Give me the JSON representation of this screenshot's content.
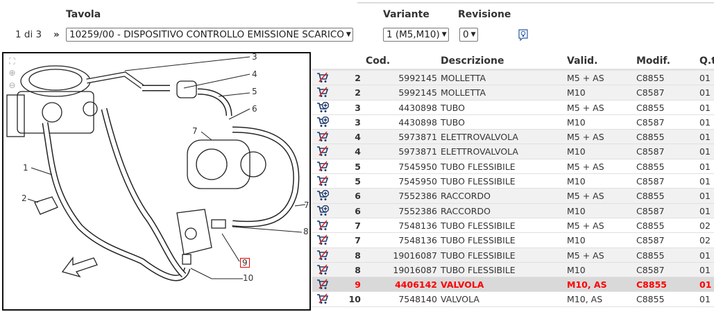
{
  "header": {
    "tavola_label": "Tavola",
    "variante_label": "Variante",
    "revisione_label": "Revisione",
    "page_indicator": "1 di 3",
    "next_icon": "»",
    "tavola_value": "10259/00 - DISPOSITIVO CONTROLLO EMISSIONE SCARICO",
    "variante_value": "1 (M5,M10)",
    "revisione_value": "0",
    "info_icon": "lightbulb-icon"
  },
  "diagram": {
    "controls": [
      "fullscreen-icon",
      "zoom-in-icon",
      "zoom-out-icon"
    ],
    "callouts": [
      "1",
      "2",
      "3",
      "4",
      "5",
      "6",
      "7",
      "7",
      "8",
      "9",
      "10"
    ],
    "highlighted_callout": "9"
  },
  "table": {
    "columns": [
      "",
      "Cod.",
      "Descrizione",
      "Valid.",
      "Modif.",
      "Q.tà"
    ],
    "rows": [
      {
        "icon": "cart-unavailable",
        "pos": "2",
        "cod": "5992145",
        "desc": "MOLLETTA",
        "valid": "M5 + AS",
        "modif": "C8855",
        "qty": "01"
      },
      {
        "icon": "cart-unavailable",
        "pos": "2",
        "cod": "5992145",
        "desc": "MOLLETTA",
        "valid": "M10",
        "modif": "C8587",
        "qty": "01"
      },
      {
        "icon": "cart-add",
        "pos": "3",
        "cod": "4430898",
        "desc": "TUBO",
        "valid": "M5 + AS",
        "modif": "C8855",
        "qty": "01"
      },
      {
        "icon": "cart-add",
        "pos": "3",
        "cod": "4430898",
        "desc": "TUBO",
        "valid": "M10",
        "modif": "C8587",
        "qty": "01"
      },
      {
        "icon": "cart-unavailable",
        "pos": "4",
        "cod": "5973871",
        "desc": "ELETTROVALVOLA",
        "valid": "M5 + AS",
        "modif": "C8855",
        "qty": "01"
      },
      {
        "icon": "cart-unavailable",
        "pos": "4",
        "cod": "5973871",
        "desc": "ELETTROVALVOLA",
        "valid": "M10",
        "modif": "C8587",
        "qty": "01"
      },
      {
        "icon": "cart-unavailable",
        "pos": "5",
        "cod": "7545950",
        "desc": "TUBO FLESSIBILE",
        "valid": "M5 + AS",
        "modif": "C8855",
        "qty": "01"
      },
      {
        "icon": "cart-unavailable",
        "pos": "5",
        "cod": "7545950",
        "desc": "TUBO FLESSIBILE",
        "valid": "M10",
        "modif": "C8587",
        "qty": "01"
      },
      {
        "icon": "cart-add",
        "pos": "6",
        "cod": "7552386",
        "desc": "RACCORDO",
        "valid": "M5 + AS",
        "modif": "C8855",
        "qty": "01"
      },
      {
        "icon": "cart-add",
        "pos": "6",
        "cod": "7552386",
        "desc": "RACCORDO",
        "valid": "M10",
        "modif": "C8587",
        "qty": "01"
      },
      {
        "icon": "cart-unavailable",
        "pos": "7",
        "cod": "7548136",
        "desc": "TUBO FLESSIBILE",
        "valid": "M5 + AS",
        "modif": "C8855",
        "qty": "02"
      },
      {
        "icon": "cart-unavailable",
        "pos": "7",
        "cod": "7548136",
        "desc": "TUBO FLESSIBILE",
        "valid": "M10",
        "modif": "C8587",
        "qty": "02"
      },
      {
        "icon": "cart-unavailable",
        "pos": "8",
        "cod": "19016087",
        "desc": "TUBO FLESSIBILE",
        "valid": "M5 + AS",
        "modif": "C8855",
        "qty": "01"
      },
      {
        "icon": "cart-unavailable",
        "pos": "8",
        "cod": "19016087",
        "desc": "TUBO FLESSIBILE",
        "valid": "M10",
        "modif": "C8587",
        "qty": "01"
      },
      {
        "icon": "cart-unavailable",
        "pos": "9",
        "cod": "4406142",
        "desc": "VALVOLA",
        "valid": "M10, AS",
        "modif": "C8855",
        "qty": "01",
        "selected": true
      },
      {
        "icon": "cart-unavailable",
        "pos": "10",
        "cod": "7548140",
        "desc": "VALVOLA",
        "valid": "M10, AS",
        "modif": "C8855",
        "qty": "01"
      }
    ]
  },
  "colors": {
    "selected_text": "#ff0000",
    "cart_icon": "#1f3a6b",
    "cart_unavailable_slash": "#e02020",
    "selected_row_bg": "#d9d9d9"
  }
}
